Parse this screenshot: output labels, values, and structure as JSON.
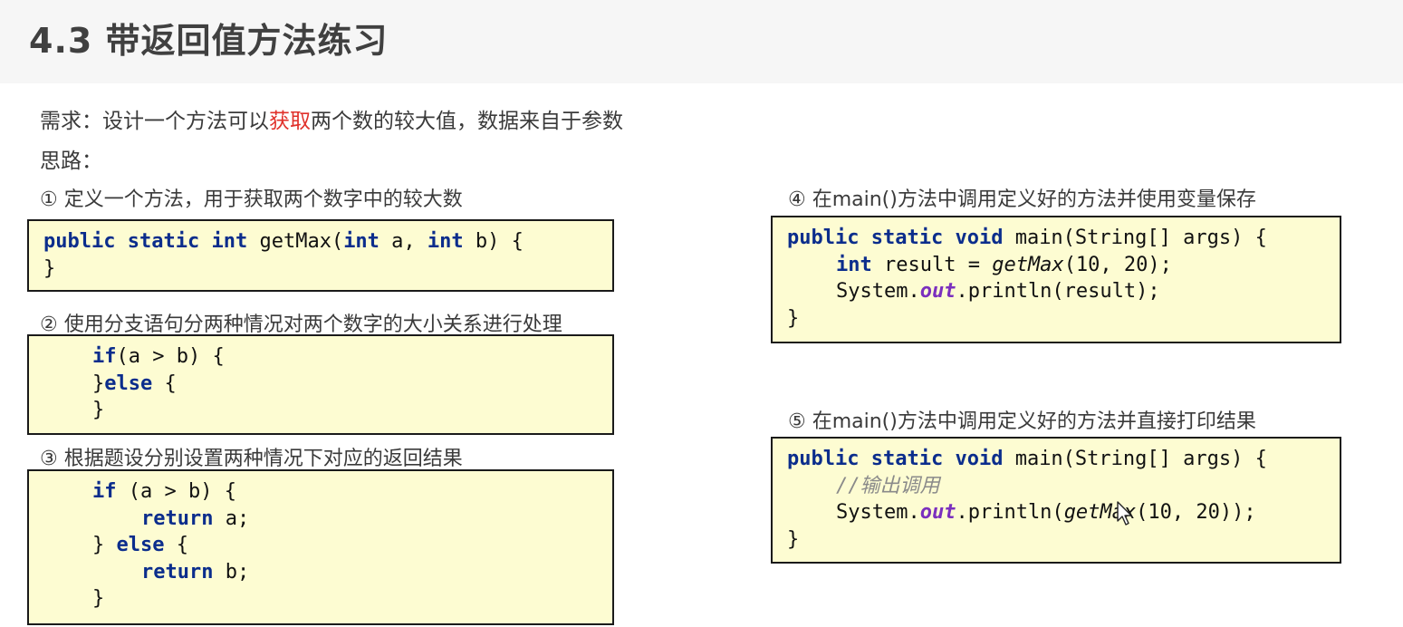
{
  "title": "4.3 带返回值方法练习",
  "requirement": {
    "prefix": "需求：设计一个方法可以",
    "highlight": "获取",
    "suffix": "两个数的较大值，数据来自于参数",
    "highlight_color": "#e0302a"
  },
  "thinking_label": "思路：",
  "steps": [
    {
      "label": "①  定义一个方法，用于获取两个数字中的较大数"
    },
    {
      "label": "②  使用分支语句分两种情况对两个数字的大小关系进行处理"
    },
    {
      "label": "③  根据题设分别设置两种情况下对应的返回结果"
    },
    {
      "label": "④  在main()方法中调用定义好的方法并使用变量保存"
    },
    {
      "label": "⑤  在main()方法中调用定义好的方法并直接打印结果"
    }
  ],
  "code": {
    "kw": {
      "public": "public",
      "static": "static",
      "int": "int",
      "void": "void",
      "if": "if",
      "else": "else",
      "return": "return"
    },
    "ident": {
      "getMax": "getMax",
      "main": "main",
      "out": "out",
      "result": "result",
      "comment": "//输出调用"
    },
    "box1": {
      "sig_a": " getMax(",
      "sig_b": " a, ",
      "sig_c": " b) {",
      "close": "}"
    },
    "box2": {
      "if_rest": "(a > b) {",
      "else_pre": "}",
      "else_rest": " {",
      "close": "}"
    },
    "box3": {
      "if_rest": " (a > b) {",
      "ret_a": " a;",
      "else_pre": "} ",
      "else_rest": " {",
      "ret_b": " b;",
      "close": "}"
    },
    "box4": {
      "main_rest": " main(String[] args) {",
      "assign": " result = ",
      "call_args": "(10, 20);",
      "sys": "System.",
      "println": ".println(result);",
      "close": "}"
    },
    "box5": {
      "main_rest": " main(String[] args) {",
      "sys": "System.",
      "println_pre": ".println(",
      "println_post": "(10, 20));",
      "close": "}"
    }
  },
  "colors": {
    "code_bg": "#fdfcd2",
    "keyword": "#0b2d8c",
    "field": "#7b2fbe",
    "comment": "#8a8a8a"
  }
}
